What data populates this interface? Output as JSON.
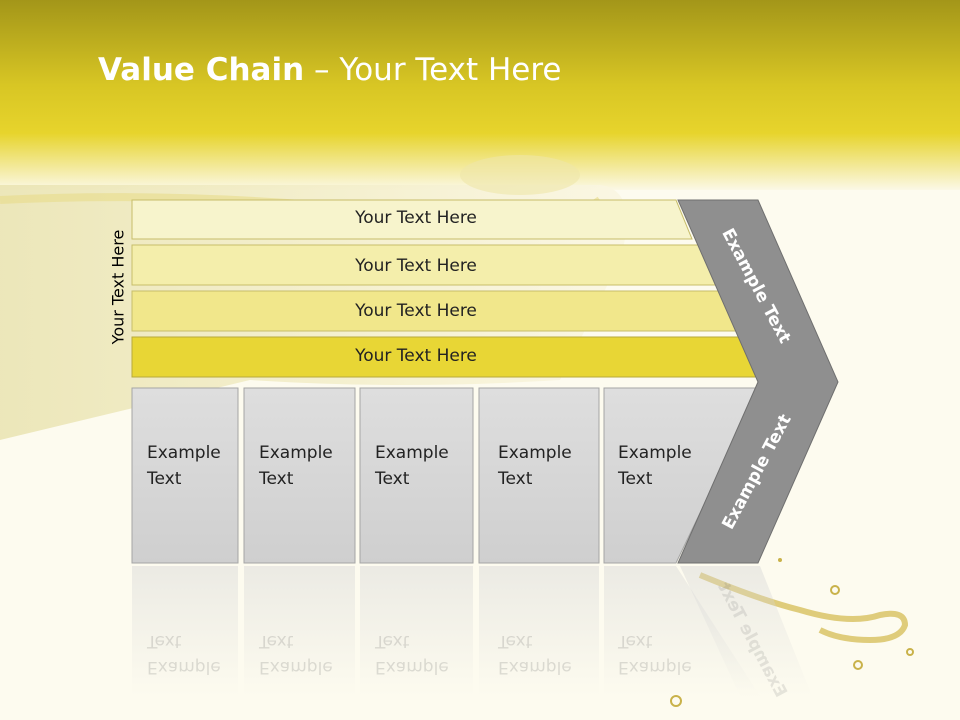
{
  "title": {
    "bold": "Value Chain",
    "rest": " – Your Text Here"
  },
  "side_label": "Your Text Here",
  "layers": [
    {
      "label": "Your Text Here",
      "color": "#f7f4cc"
    },
    {
      "label": "Your Text Here",
      "color": "#f4eeab"
    },
    {
      "label": "Your Text Here",
      "color": "#f1e78b"
    },
    {
      "label": "Your Text Here",
      "color": "#e8d635"
    }
  ],
  "boxes": [
    {
      "line1": "Example",
      "line2": "Text"
    },
    {
      "line1": "Example",
      "line2": "Text"
    },
    {
      "line1": "Example",
      "line2": "Text"
    },
    {
      "line1": "Example",
      "line2": "Text"
    },
    {
      "line1": "Example",
      "line2": "Text"
    }
  ],
  "arrow": {
    "upper_text": "Example Text",
    "lower_text": "Example Text",
    "color": "#8f8f8f"
  },
  "colors": {
    "header": "#e6d22a",
    "box_fill": "#d6d6d6",
    "background": "#fdfbef"
  }
}
